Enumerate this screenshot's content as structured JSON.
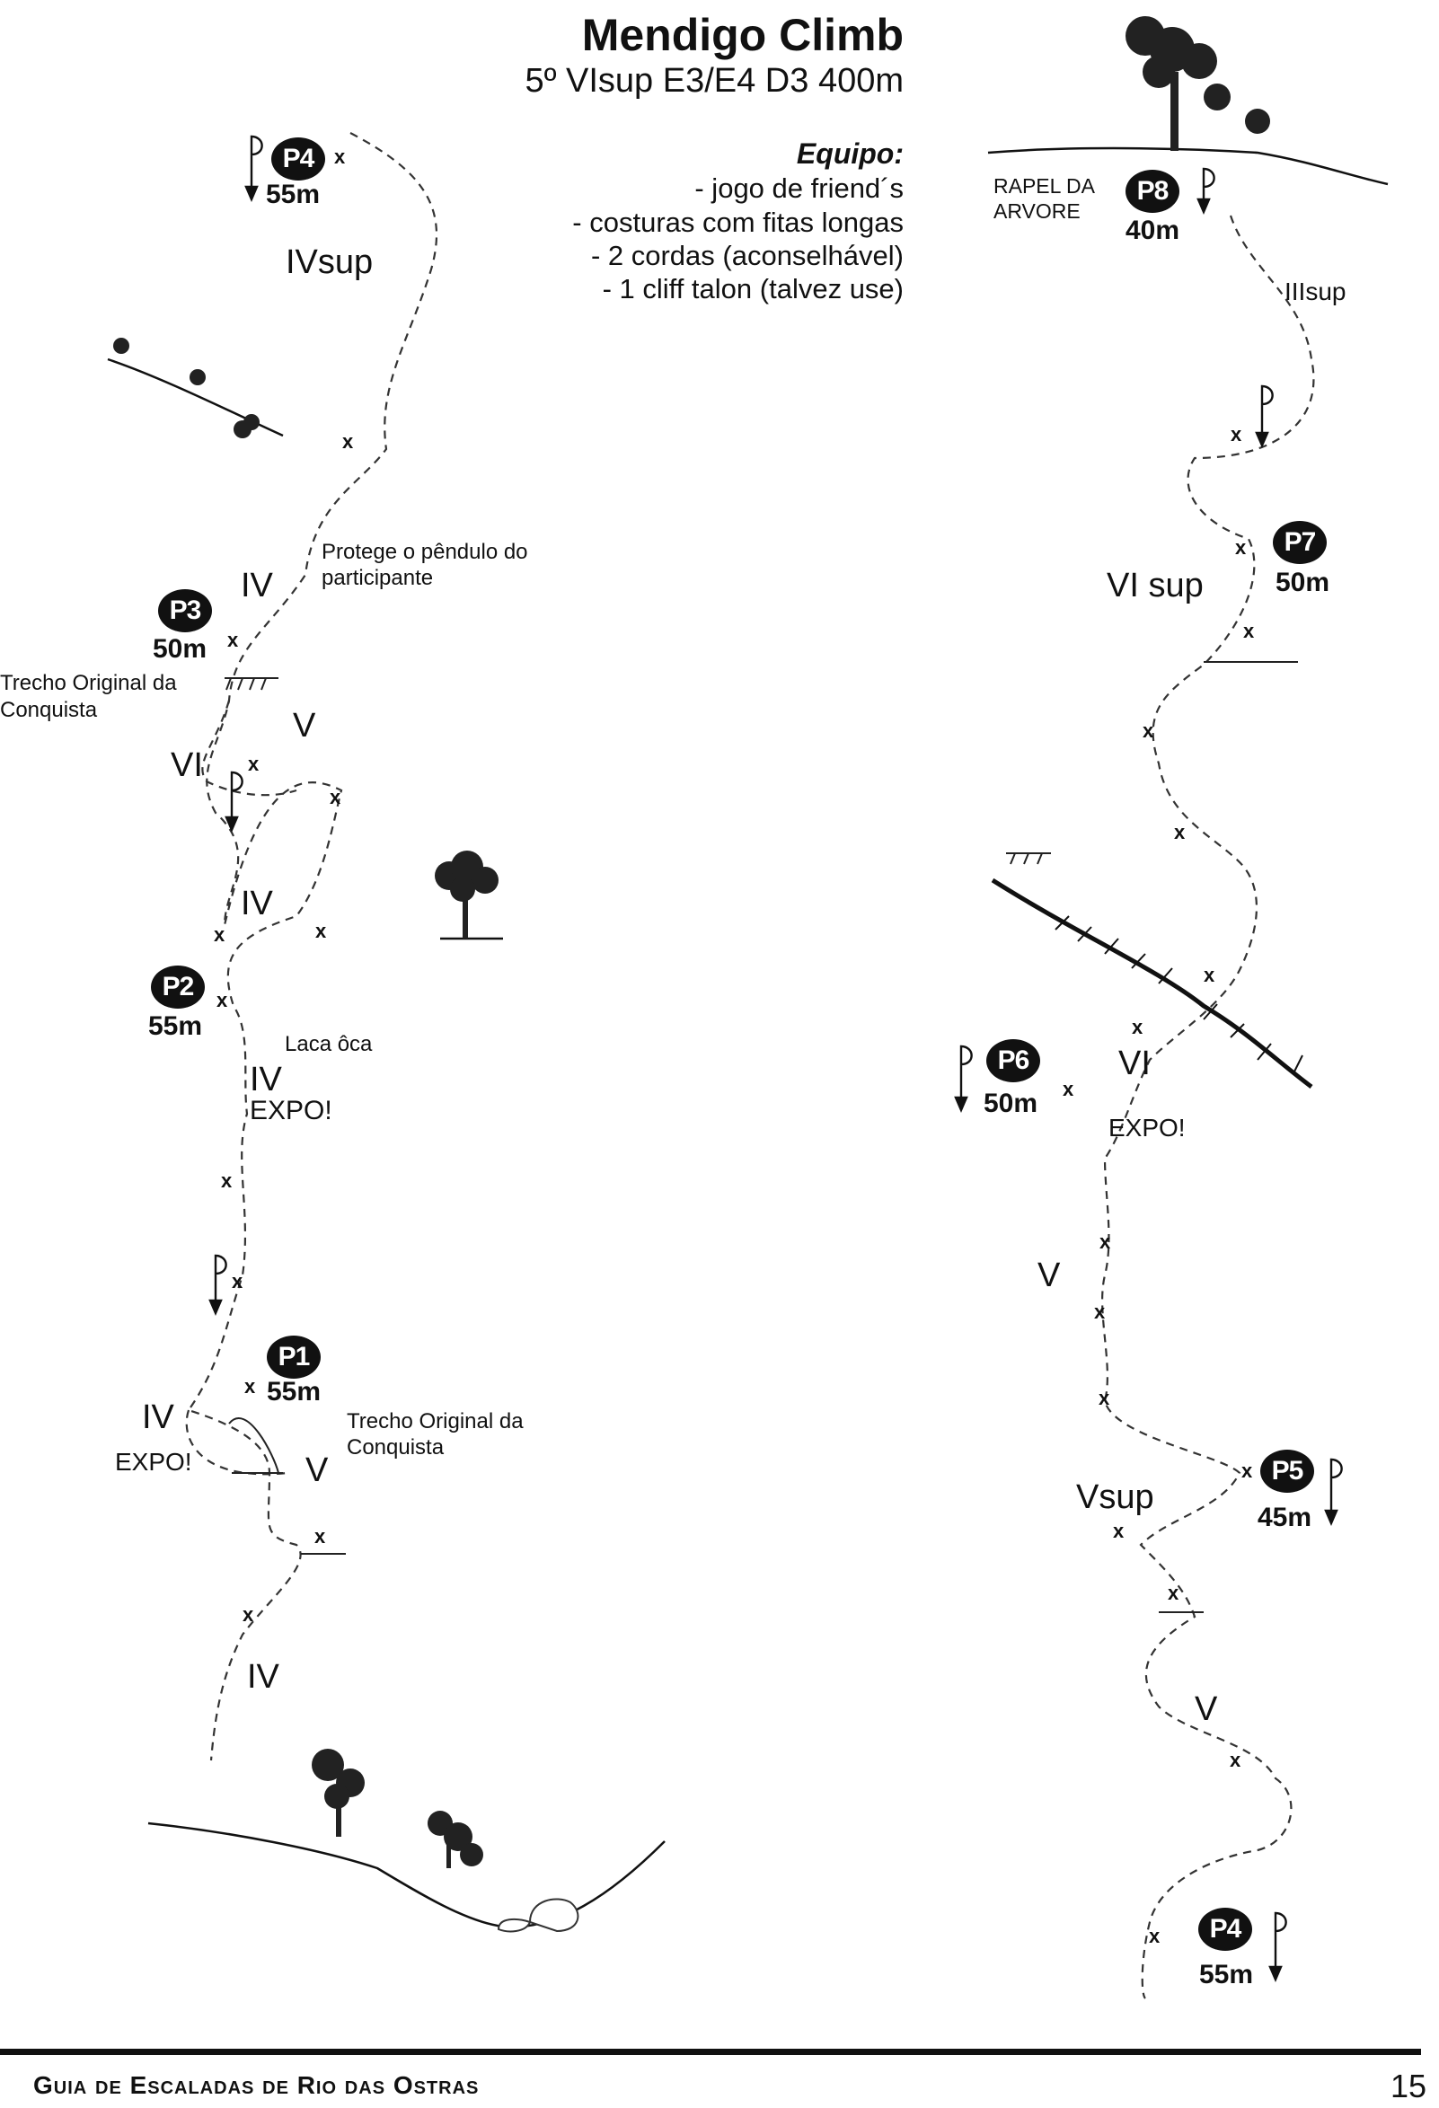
{
  "header": {
    "title": "Mendigo Climb",
    "subtitle": "5º VIsup E3/E4 D3 400m"
  },
  "equipment": {
    "heading": "Equipo:",
    "items": [
      "- jogo de friend´s",
      "- costuras com fitas longas",
      "- 2 cordas (aconselhável)",
      "- 1 cliff talon (talvez use)"
    ]
  },
  "belays": {
    "p1": {
      "label": "P1",
      "length": "55m"
    },
    "p2": {
      "label": "P2",
      "length": "55m"
    },
    "p3": {
      "label": "P3",
      "length": "50m"
    },
    "p4_left": {
      "label": "P4",
      "length": "55m"
    },
    "p4_right": {
      "label": "P4",
      "length": "55m"
    },
    "p5": {
      "label": "P5",
      "length": "45m"
    },
    "p6": {
      "label": "P6",
      "length": "50m"
    },
    "p7": {
      "label": "P7",
      "length": "50m"
    },
    "p8": {
      "label": "P8",
      "length": "40m"
    }
  },
  "grades": {
    "g_p4_ivsup": "IVsup",
    "g_p3_iv": "IV",
    "g_p3_v": "V",
    "g_p3_vi": "VI",
    "g_mid_iv": "IV",
    "g_laca_iv": "IV",
    "g_p1_iv": "IV",
    "g_p1_v": "V",
    "g_base_iv": "IV",
    "g_p8_iiisup": "IIIsup",
    "g_p7_visup": "VI sup",
    "g_p6_vi": "VI",
    "g_p6_v": "V",
    "g_p5_vsup": "Vsup",
    "g_p4r_v": "V"
  },
  "notes": {
    "protege": [
      "Protege o pêndulo do",
      "participante"
    ],
    "trecho_p3": [
      "Trecho  Original  da",
      "Conquista"
    ],
    "trecho_p1": [
      "Trecho  Original  da",
      "Conquista"
    ],
    "laca": "Laca ôca",
    "expo_laca": "EXPO!",
    "expo_p1": "EXPO!",
    "expo_p6": "EXPO!",
    "rapel": [
      "RAPEL DA",
      "ARVORE"
    ]
  },
  "bolt_symbol": "x",
  "footer": {
    "text": "Guia de Escaladas de Rio das Ostras",
    "page": "15"
  }
}
